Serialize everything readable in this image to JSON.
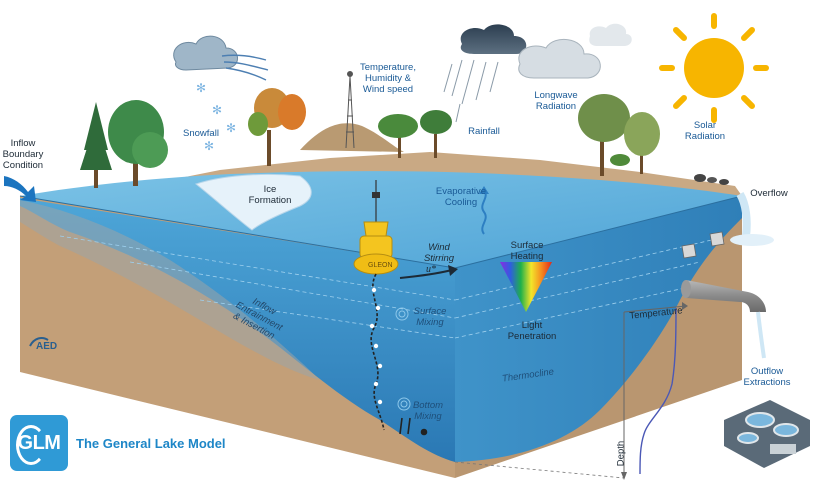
{
  "labels": {
    "inflow": "Inflow\nBoundary\nCondition",
    "snowfall": "Snowfall",
    "met": "Temperature,\nHumidity &\nWind speed",
    "rainfall": "Rainfall",
    "longwave": "Longwave\nRadiation",
    "solar": "Solar\nRadiation",
    "ice": "Ice\nFormation",
    "evap": "Evaporative\nCooling",
    "overflow": "Overflow",
    "wind": "Wind\nStirring",
    "u_star": "u*",
    "heating": "Surface\nHeating",
    "light": "Light\nPenetration",
    "surface_mixing": "Surface\nMixing",
    "inflow_entrain": "Inflow\nEntrainment\n& Insertion",
    "thermocline": "Thermocline",
    "bottom_mixing": "Bottom\nMixing",
    "temperature": "Temperature",
    "depth": "Depth",
    "outflow": "Outflow\nExtractions",
    "buoy": "GLEON",
    "aed": "AED"
  },
  "logo": {
    "text": "GLM",
    "title": "The General Lake Model"
  },
  "colors": {
    "water_top": "#5fb2dd",
    "water_front": "#3b8fc7",
    "sediment": "#c9a984",
    "label_blue": "#1a5a96",
    "logo_blue": "#2f9ad6",
    "sun": "#f7b500"
  }
}
